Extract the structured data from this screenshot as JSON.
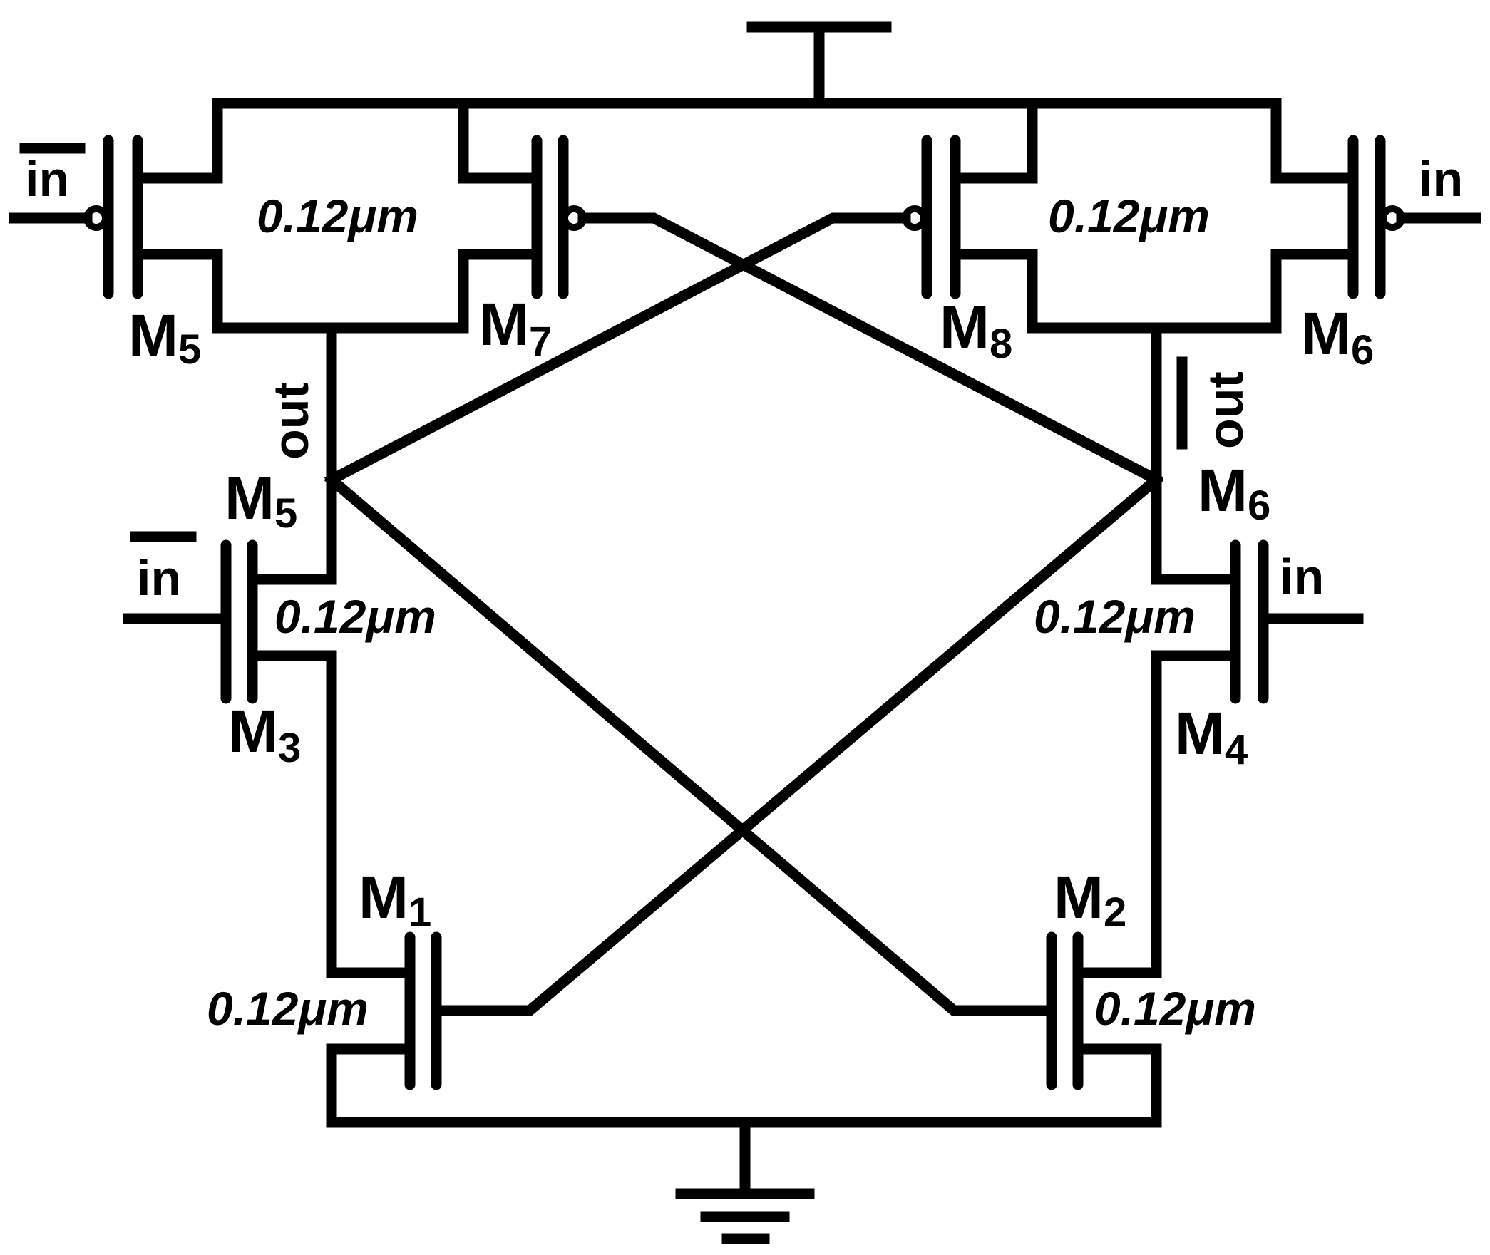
{
  "transistors": {
    "m5_top": {
      "name": "M",
      "sub": "5",
      "size": "0.12μm"
    },
    "m7": {
      "name": "M",
      "sub": "7",
      "size": ""
    },
    "m8": {
      "name": "M",
      "sub": "8",
      "size": ""
    },
    "m6_top": {
      "name": "M",
      "sub": "6",
      "size": "0.12μm"
    },
    "m5_mid": {
      "name": "M",
      "sub": "5"
    },
    "m6_mid": {
      "name": "M",
      "sub": "6"
    },
    "m3": {
      "name": "M",
      "sub": "3",
      "size": "0.12μm"
    },
    "m4": {
      "name": "M",
      "sub": "4",
      "size": "0.12μm"
    },
    "m1": {
      "name": "M",
      "sub": "1",
      "size": "0.12μm"
    },
    "m2": {
      "name": "M",
      "sub": "2",
      "size": "0.12μm"
    }
  },
  "signals": {
    "in_bar_top": "in",
    "in_top": "in",
    "in_bar_mid": "in",
    "in_mid": "in",
    "out": "out",
    "out_bar": "out"
  },
  "symbols": {
    "supply": "vdd-supply-icon",
    "ground": "ground-icon"
  }
}
